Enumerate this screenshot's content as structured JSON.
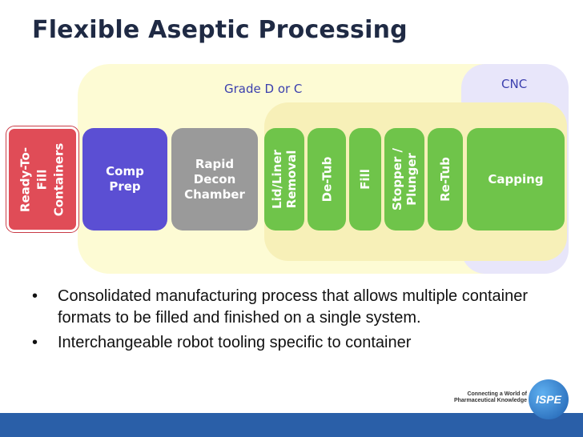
{
  "title": "Flexible Aseptic Processing",
  "zones": {
    "grade": "Grade D or C",
    "cnc": "CNC"
  },
  "steps": {
    "ready_to_fill": [
      "Ready-To-",
      "Fill",
      "Containers"
    ],
    "comp_prep": [
      "Comp",
      "Prep"
    ],
    "rapid_decon": [
      "Rapid",
      "Decon",
      "Chamber"
    ],
    "lid_liner": [
      "Lid/Liner",
      "Removal"
    ],
    "de_tub": "De-Tub",
    "fill": "Fill",
    "stopper": [
      "Stopper /",
      "Plunger"
    ],
    "re_tub": "Re-Tub",
    "capping": "Capping"
  },
  "bullets": [
    "Consolidated manufacturing process that allows multiple container formats to be filled and finished on a single system.",
    "Interchangeable robot tooling specific to container"
  ],
  "bullet_symbol": "•",
  "logo": {
    "tagline": [
      "Connecting a World of",
      "Pharmaceutical Knowledge"
    ],
    "name": "ISPE"
  },
  "colors": {
    "ready_to_fill": "#e04c57",
    "comp_prep": "#5b4fd3",
    "rapid_decon": "#9a9a9a",
    "process_steps": "#6fc44a",
    "grade_zone": "#fdfbd4",
    "cnc_zone": "#e8e6fa",
    "footer": "#2a5fa8"
  }
}
